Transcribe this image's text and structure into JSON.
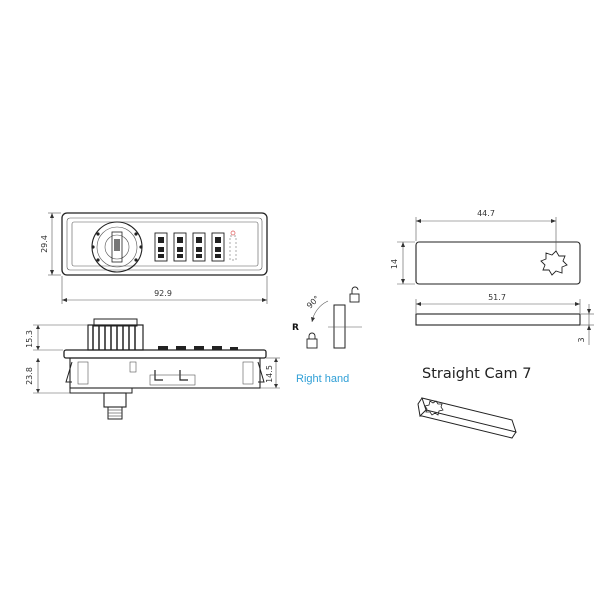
{
  "front_view": {
    "width_label": "92.9",
    "height_label": "29.4"
  },
  "side_view": {
    "knob_height_label": "15.3",
    "body_height_label": "23.8",
    "right_height_label": "14.5"
  },
  "rotation_diagram": {
    "angle_label": "90°",
    "r_label": "R",
    "caption": "Right hand"
  },
  "cam_top": {
    "width_label": "44.7",
    "height_label": "14"
  },
  "cam_side": {
    "width_label": "51.7",
    "thickness_label": "3"
  },
  "cam_title": "Straight Cam 7",
  "colors": {
    "caption_blue": "#2f9fd6",
    "line": "#222222"
  },
  "icons": [
    "padlock-open-icon",
    "padlock-closed-icon"
  ]
}
